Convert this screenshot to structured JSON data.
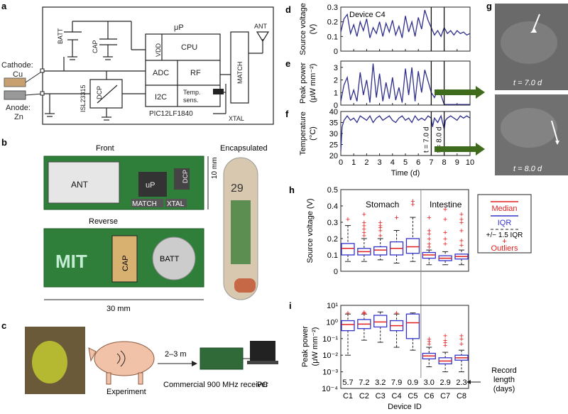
{
  "panel_labels": {
    "a": "a",
    "b": "b",
    "c": "c",
    "d": "d",
    "e": "e",
    "f": "f",
    "g": "g",
    "h": "h",
    "i": "i"
  },
  "circuit": {
    "cathode_label": "Cathode:",
    "cathode_metal": "Cu",
    "anode_label": "Anode:",
    "anode_metal": "Zn",
    "batt": "BATT",
    "cap": "CAP",
    "up": "μP",
    "vdd": "VDD",
    "cpu": "CPU",
    "adc": "ADC",
    "rf": "RF",
    "i2c": "I2C",
    "temp1": "Temp.",
    "temp2": "sens.",
    "pic": "PIC12LF1840",
    "dcp": "DCP",
    "isl": "ISL23315",
    "match": "MATCH",
    "ant": "ANT",
    "xtal": "XTAL"
  },
  "board": {
    "front": "Front",
    "reverse": "Reverse",
    "encapsulated": "Encapsulated",
    "ant": "ANT",
    "up": "uP",
    "dcp": "DCP",
    "match": "MATCH",
    "xtal": "XTAL",
    "cap": "CAP",
    "batt": "BATT",
    "logo": "MIT",
    "scale_h": "10 mm",
    "scale_w": "30 mm",
    "capsule_text": "29"
  },
  "setup": {
    "distance": "2–3 m",
    "experiment": "Experiment",
    "receiver": "Commercial 900 MHz receiver",
    "pc": "PC"
  },
  "xray": {
    "t1": "t = 7.0 d",
    "t2": "t = 8.0 d"
  },
  "timeseries": {
    "device": "Device C4",
    "d_ylabel1": "Source voltage",
    "d_ylabel2": "(V)",
    "e_ylabel1": "Peak power",
    "e_ylabel2": "(μW mm⁻²)",
    "f_ylabel1": "Temperature",
    "f_ylabel2": "(°C)",
    "xlabel": "Time (d)",
    "t1": "t = 7.0 d",
    "t2": "t = 8.0 d"
  },
  "boxplots": {
    "stomach": "Stomach",
    "intestine": "Intestine",
    "h_ylabel": "Source voltage (V)",
    "i_ylabel1": "Peak power",
    "i_ylabel2": "(μW mm⁻²)",
    "xlabel": "Device ID",
    "legend_median": "Median",
    "legend_iqr": "IQR",
    "legend_whisker": "+/− 1.5 IQR",
    "legend_plus": "+",
    "legend_outliers": "Outliers",
    "record1": "Record",
    "record2": "length",
    "record3": "(days)"
  },
  "chart_data": [
    {
      "type": "line",
      "panel": "d",
      "title": "Device C4",
      "xlabel": "",
      "ylabel": "Source voltage (V)",
      "xlim": [
        0,
        10
      ],
      "ylim": [
        0,
        0.3
      ],
      "yticks": [
        0,
        0.1,
        0.2,
        0.3
      ],
      "xticks": [
        0,
        1,
        2,
        3,
        4,
        5,
        6,
        7,
        8,
        9,
        10
      ],
      "vlines": [
        7.0,
        8.0
      ],
      "x": [
        0,
        0.25,
        0.5,
        0.75,
        1,
        1.25,
        1.5,
        1.75,
        2,
        2.25,
        2.5,
        2.75,
        3,
        3.25,
        3.5,
        3.75,
        4,
        4.25,
        4.5,
        4.75,
        5,
        5.25,
        5.5,
        5.75,
        6,
        6.25,
        6.5,
        6.75,
        7,
        7.25,
        7.5,
        7.75,
        8,
        8.25,
        8.5,
        8.75,
        9,
        9.25,
        9.5,
        9.75,
        10
      ],
      "y": [
        0.13,
        0.22,
        0.25,
        0.12,
        0.18,
        0.1,
        0.2,
        0.14,
        0.22,
        0.09,
        0.16,
        0.12,
        0.2,
        0.1,
        0.19,
        0.13,
        0.21,
        0.11,
        0.17,
        0.09,
        0.24,
        0.13,
        0.2,
        0.1,
        0.23,
        0.15,
        0.28,
        0.21,
        0.16,
        0.11,
        0.14,
        0.1,
        0.16,
        0.12,
        0.14,
        0.11,
        0.14,
        0.12,
        0.13,
        0.11,
        0.12
      ]
    },
    {
      "type": "line",
      "panel": "e",
      "xlabel": "",
      "ylabel": "Peak power (μW mm⁻²)",
      "xlim": [
        0,
        10
      ],
      "ylim": [
        0,
        3.5
      ],
      "yticks": [
        0,
        1,
        2,
        3
      ],
      "xticks": [
        0,
        1,
        2,
        3,
        4,
        5,
        6,
        7,
        8,
        9,
        10
      ],
      "vlines": [
        7.0,
        8.0
      ],
      "x": [
        0,
        0.25,
        0.5,
        0.75,
        1,
        1.25,
        1.5,
        1.75,
        2,
        2.25,
        2.5,
        2.75,
        3,
        3.25,
        3.5,
        3.75,
        4,
        4.25,
        4.5,
        4.75,
        5,
        5.25,
        5.5,
        5.75,
        6,
        6.25,
        6.5,
        6.75,
        7,
        7.25,
        7.5,
        7.75,
        8,
        8.25,
        8.5,
        8.75,
        9,
        9.25,
        9.5,
        9.75,
        10
      ],
      "y": [
        0.3,
        1.6,
        2.2,
        0.4,
        1.2,
        0.3,
        2.6,
        0.8,
        2.0,
        0.2,
        3.3,
        0.6,
        2.5,
        0.3,
        1.8,
        0.5,
        2.2,
        0.4,
        1.4,
        0.2,
        2.9,
        0.8,
        3.0,
        0.3,
        2.7,
        1.0,
        2.8,
        1.9,
        1.0,
        0.6,
        1.2,
        0.8,
        0.05,
        0.05,
        0.05,
        0.05,
        0.05,
        0.05,
        0.05,
        0.05,
        0.05
      ]
    },
    {
      "type": "line",
      "panel": "f",
      "xlabel": "Time (d)",
      "ylabel": "Temperature (°C)",
      "xlim": [
        0,
        10
      ],
      "ylim": [
        20,
        40
      ],
      "yticks": [
        20,
        25,
        30,
        35,
        40
      ],
      "xticks": [
        0,
        1,
        2,
        3,
        4,
        5,
        6,
        7,
        8,
        9,
        10
      ],
      "vlines": [
        7.0,
        8.0
      ],
      "x": [
        0,
        0.1,
        0.25,
        0.5,
        0.75,
        1,
        1.25,
        1.5,
        1.75,
        2,
        2.25,
        2.5,
        2.75,
        3,
        3.25,
        3.5,
        3.75,
        4,
        4.25,
        4.5,
        4.75,
        5,
        5.25,
        5.5,
        5.75,
        6,
        6.25,
        6.5,
        6.75,
        7,
        7.1,
        7.25,
        7.5,
        7.75,
        8,
        8.1,
        8.25,
        8.5,
        8.75,
        9,
        9.25,
        9.5,
        9.75,
        10
      ],
      "y": [
        22,
        33,
        36,
        38,
        36,
        37,
        35,
        38,
        37,
        36,
        38,
        35,
        37,
        38,
        36,
        37,
        38,
        36,
        35,
        37,
        38,
        36,
        37,
        35,
        38,
        36,
        37,
        36,
        38,
        37,
        33,
        37,
        35,
        38,
        32,
        36,
        37,
        38,
        37,
        36,
        38,
        37,
        38,
        37
      ]
    },
    {
      "type": "box",
      "panel": "h",
      "categories": [
        "C1",
        "C2",
        "C3",
        "C4",
        "C5",
        "C6",
        "C7",
        "C8"
      ],
      "ylabel": "Source voltage (V)",
      "ylim": [
        0,
        0.5
      ],
      "yticks": [
        0,
        0.1,
        0.2,
        0.3,
        0.4,
        0.5
      ],
      "groups": [
        "Stomach",
        "Stomach",
        "Stomach",
        "Stomach",
        "Stomach",
        "Intestine",
        "Intestine",
        "Intestine"
      ],
      "boxes": [
        {
          "q1": 0.1,
          "median": 0.14,
          "q3": 0.17,
          "whislo": 0.06,
          "whishi": 0.28,
          "outliers": [
            0.32
          ]
        },
        {
          "q1": 0.1,
          "median": 0.12,
          "q3": 0.14,
          "whislo": 0.06,
          "whishi": 0.2,
          "outliers": [
            0.22,
            0.24,
            0.26,
            0.28,
            0.3,
            0.35
          ]
        },
        {
          "q1": 0.1,
          "median": 0.13,
          "q3": 0.15,
          "whislo": 0.07,
          "whishi": 0.2,
          "outliers": [
            0.22,
            0.25,
            0.27,
            0.28,
            0.3
          ]
        },
        {
          "q1": 0.1,
          "median": 0.14,
          "q3": 0.18,
          "whislo": 0.05,
          "whishi": 0.25,
          "outliers": [
            0.33
          ]
        },
        {
          "q1": 0.11,
          "median": 0.15,
          "q3": 0.2,
          "whislo": 0.06,
          "whishi": 0.33,
          "outliers": [
            0.41,
            0.43
          ]
        },
        {
          "q1": 0.08,
          "median": 0.1,
          "q3": 0.115,
          "whislo": 0.04,
          "whishi": 0.13,
          "outliers": [
            0.15,
            0.17,
            0.2,
            0.23,
            0.25,
            0.33
          ]
        },
        {
          "q1": 0.065,
          "median": 0.08,
          "q3": 0.095,
          "whislo": 0.04,
          "whishi": 0.12,
          "outliers": [
            0.17,
            0.2,
            0.24,
            0.32,
            0.38
          ]
        },
        {
          "q1": 0.075,
          "median": 0.09,
          "q3": 0.105,
          "whislo": 0.04,
          "whishi": 0.13,
          "outliers": [
            0.16,
            0.19,
            0.25,
            0.3,
            0.32,
            0.35
          ]
        }
      ],
      "legend": [
        "Median",
        "IQR",
        "+/− 1.5 IQR",
        "Outliers"
      ]
    },
    {
      "type": "box",
      "panel": "i",
      "log_y": true,
      "categories": [
        "C1",
        "C2",
        "C3",
        "C4",
        "C5",
        "C6",
        "C7",
        "C8"
      ],
      "xlabel": "Device ID",
      "ylabel": "Peak power (μW mm⁻²)",
      "ylim": [
        0.0001,
        10
      ],
      "yticks": [
        "10⁻⁴",
        "10⁻³",
        "10⁻²",
        "10⁻¹",
        "10⁰",
        "10¹"
      ],
      "boxes": [
        {
          "q1": 0.3,
          "median": 0.7,
          "q3": 1.2,
          "whislo": 0.01,
          "whishi": 3.0,
          "outliers": [
            3.5
          ]
        },
        {
          "q1": 0.4,
          "median": 0.75,
          "q3": 1.4,
          "whislo": 0.08,
          "whishi": 3.0,
          "outliers": [
            3.2,
            3.6,
            4.0
          ]
        },
        {
          "q1": 0.5,
          "median": 1.0,
          "q3": 2.5,
          "whislo": 0.06,
          "whishi": 4.0,
          "outliers": []
        },
        {
          "q1": 0.3,
          "median": 0.6,
          "q3": 1.2,
          "whislo": 0.03,
          "whishi": 3.0,
          "outliers": [
            3.5
          ]
        },
        {
          "q1": 0.1,
          "median": 0.9,
          "q3": 3.0,
          "whislo": 0.02,
          "whishi": 3.5,
          "outliers": []
        },
        {
          "q1": 0.006,
          "median": 0.009,
          "q3": 0.013,
          "whislo": 0.002,
          "whishi": 0.03,
          "outliers": [
            0.05,
            0.07,
            0.1
          ]
        },
        {
          "q1": 0.003,
          "median": 0.0045,
          "q3": 0.007,
          "whislo": 0.001,
          "whishi": 0.015,
          "outliers": [
            0.04,
            0.06,
            0.08,
            0.15
          ]
        },
        {
          "q1": 0.005,
          "median": 0.007,
          "q3": 0.01,
          "whislo": 0.001,
          "whishi": 0.02,
          "outliers": [
            0.05,
            0.1,
            0.15
          ]
        }
      ],
      "record_length": [
        "5.7",
        "7.2",
        "3.2",
        "7.9",
        "0.9",
        "3.0",
        "2.9",
        "2.3"
      ],
      "record_label": "Record length (days)"
    }
  ],
  "colors": {
    "line": "#2e2e8c",
    "box": "#3333cc",
    "median": "#e02020",
    "outlier": "#e02020",
    "arrow": "#3e6b1c",
    "board": "#2f7f3a"
  }
}
